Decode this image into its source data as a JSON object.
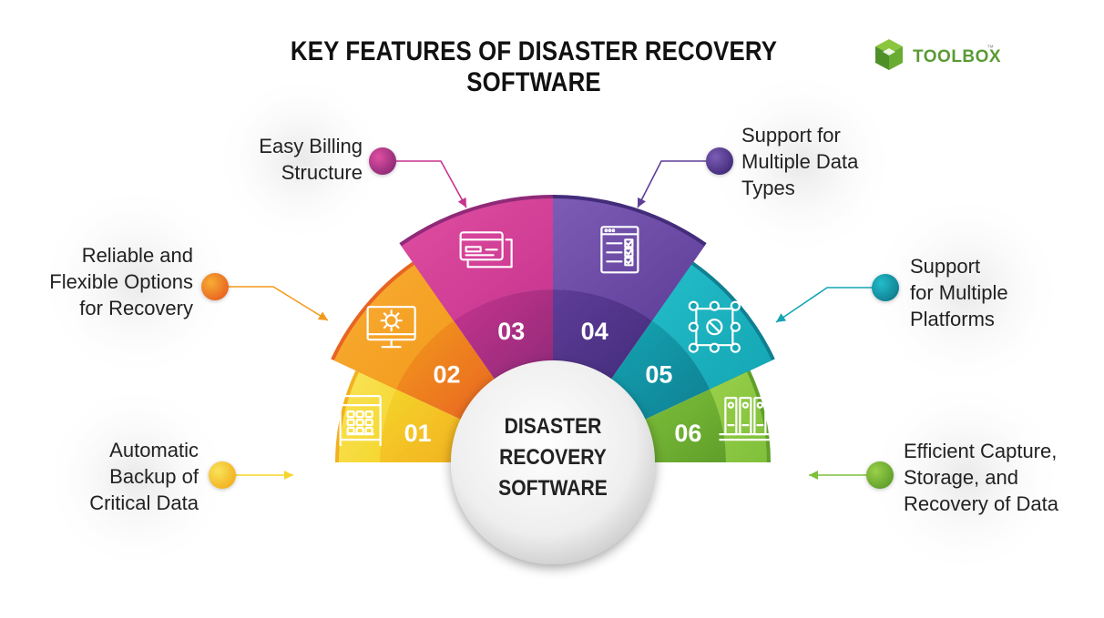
{
  "title": "KEY FEATURES OF DISASTER RECOVERY SOFTWARE",
  "logo": {
    "text": "TOOLBOX",
    "tm": "™"
  },
  "center": {
    "lines": [
      "DISASTER",
      "RECOVERY",
      "SOFTWARE"
    ]
  },
  "features": [
    {
      "number": "01",
      "icon": "server-rack-icon",
      "lines": [
        "Automatic",
        "Backup of",
        "Critical Data"
      ],
      "color": "#f5d52a"
    },
    {
      "number": "02",
      "icon": "monitor-gear-icon",
      "lines": [
        "Reliable and",
        "Flexible Options",
        "for Recovery"
      ],
      "color": "#f39a1b"
    },
    {
      "number": "03",
      "icon": "credit-cards-icon",
      "lines": [
        "Easy Billing",
        "Structure"
      ],
      "color": "#c7348f"
    },
    {
      "number": "04",
      "icon": "checklist-window-icon",
      "lines": [
        "Support for",
        "Multiple Data",
        "Types"
      ],
      "color": "#5e3d98"
    },
    {
      "number": "05",
      "icon": "network-nodes-icon",
      "lines": [
        "Support",
        "for Multiple",
        "Platforms"
      ],
      "color": "#14a5b3"
    },
    {
      "number": "06",
      "icon": "file-binders-icon",
      "lines": [
        "Efficient Capture,",
        "Storage, and",
        "Recovery of Data"
      ],
      "color": "#7fbf3a"
    }
  ]
}
